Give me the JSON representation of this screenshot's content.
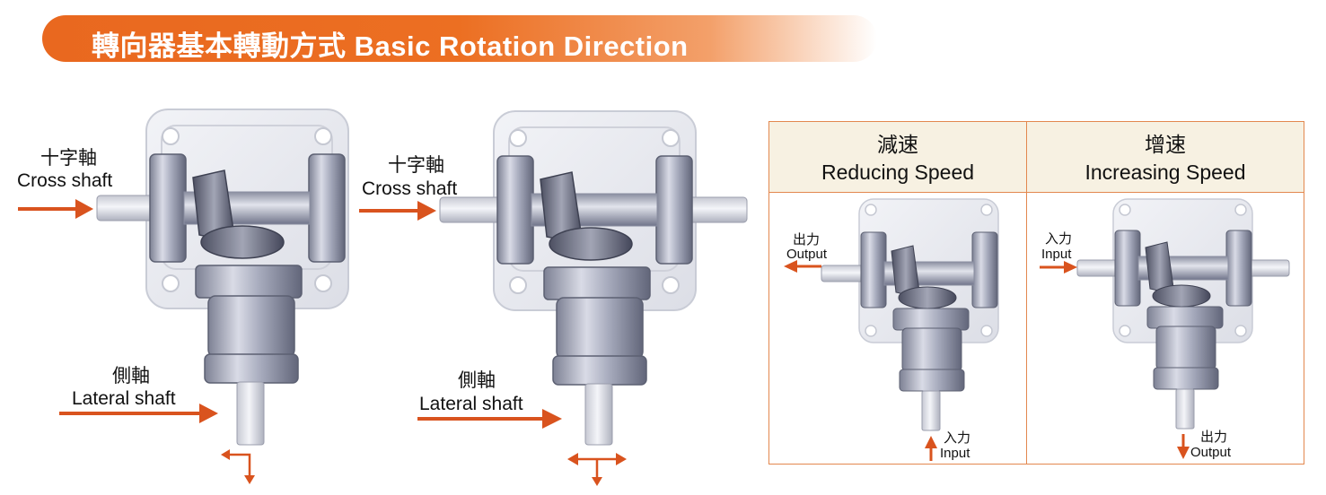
{
  "banner": {
    "title": "轉向器基本轉動方式 Basic Rotation Direction"
  },
  "colors": {
    "accent": "#e9681f",
    "arrow": "#d9531e",
    "table_border": "#e3884f",
    "table_header_bg": "#f7f1e2"
  },
  "diagram1": {
    "cross_zh": "十字軸",
    "cross_en": "Cross shaft",
    "lateral_zh": "側軸",
    "lateral_en": "Lateral shaft"
  },
  "diagram2": {
    "cross_zh": "十字軸",
    "cross_en": "Cross shaft",
    "lateral_zh": "側軸",
    "lateral_en": "Lateral shaft"
  },
  "table": {
    "reducing": {
      "header_zh": "減速",
      "header_en": "Reducing Speed",
      "output_zh": "出力",
      "output_en": "Output",
      "input_zh": "入力",
      "input_en": "Input"
    },
    "increasing": {
      "header_zh": "增速",
      "header_en": "Increasing Speed",
      "input_zh": "入力",
      "input_en": "Input",
      "output_zh": "出力",
      "output_en": "Output"
    }
  }
}
